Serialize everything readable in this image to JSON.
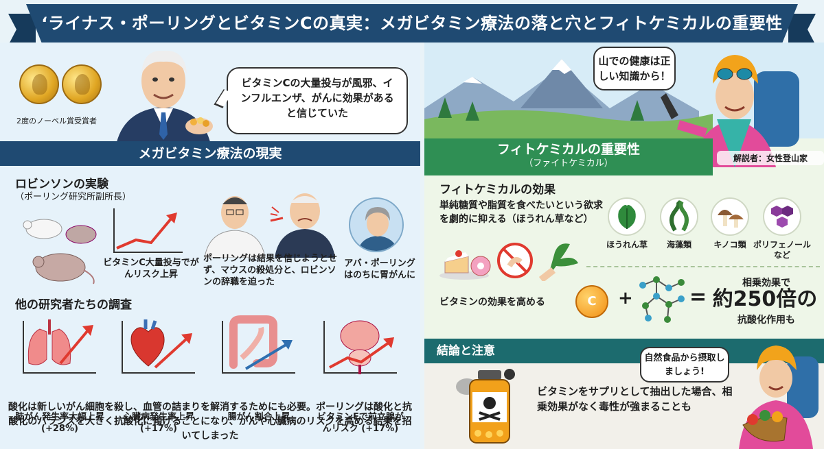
{
  "title": "‘ライナス・ポーリングとビタミンCの真実：メガビタミン療法の落と穴とフィトケミカルの重要性",
  "left": {
    "nobel_caption": "2度のノーベル賞受賞者",
    "pauling_speech": "ビタミンCの大量投与が風邪、インフルエンザ、がんに効果があると信じていた",
    "section_title": "メガビタミン療法の現実",
    "robinson_heading": "ロビンソンの実験",
    "robinson_sub": "（ポーリング研究所副所長）",
    "vc_caption": "ビタミンC大量投与でがんリスク上昇",
    "pauling_caption": "ポーリングは結果を信じようとせず、マウスの殺処分と、ロビンソンの辞職を迫った",
    "ava_caption": "アバ・ポーリングはのちに胃がんに",
    "others_heading": "他の研究者たちの調査",
    "studies": [
      {
        "label": "肺がん発生率大幅上昇 (+28%)",
        "icon": "lungs-icon"
      },
      {
        "label": "心臓病発生率上昇 (+17%)",
        "icon": "heart-icon"
      },
      {
        "label": "腸がん割合上昇",
        "icon": "intestine-icon"
      },
      {
        "label": "ビタミンEで前立腺がんリスク (+17%)",
        "icon": "prostate-icon"
      }
    ],
    "conclusion": "酸化は新しいがん細胞を殺し、血管の詰まりを解消するためにも必要。ポーリングは酸化と抗酸化のバランスを大きく抗酸化に傾けることになり、がんや心臓病のリスクを高める結果を招いてしまった"
  },
  "right": {
    "hiker_speech": "山での健康は正しい知識から！",
    "section_title": "フィトケミカルの重要性",
    "section_sub": "（ファイトケミカル）",
    "commentator": "解説者：女性登山家",
    "effect_heading": "フィトケミカルの効果",
    "effect_desc": "単純糖質や脂質を食べたいという欲求を劇的に抑える（ほうれん草など）",
    "foods": [
      {
        "label": "ほうれん草",
        "icon": "spinach-icon"
      },
      {
        "label": "海藻類",
        "icon": "seaweed-icon"
      },
      {
        "label": "キノコ類",
        "icon": "mushroom-icon"
      },
      {
        "label": "ポリフェノールなど",
        "icon": "polyphenol-icon"
      }
    ],
    "enhance_label": "ビタミンの効果を高める",
    "vc_symbol": "C",
    "synergy_top": "相乗効果で",
    "synergy_big": "約250倍の",
    "synergy_bottom": "抗酸化作用も",
    "conclusion_title": "結論と注意",
    "hiker2_speech": "自然食品から摂取しましょう!",
    "caution": "ビタミンをサプリとして抽出した場合、相乗効果がなく毒性が強まることも"
  },
  "colors": {
    "navy": "#1f4a72",
    "green": "#2f8f54",
    "teal": "#1c6b6e",
    "rise_arrow": "#e03a2f"
  }
}
